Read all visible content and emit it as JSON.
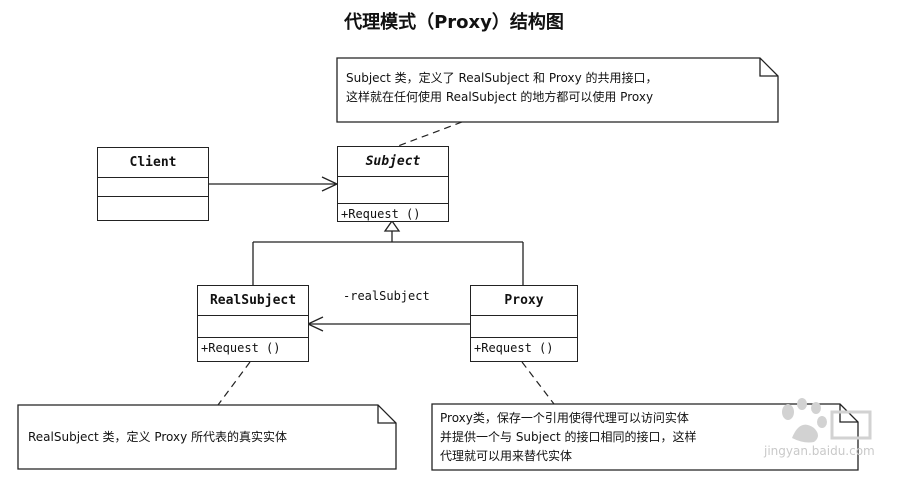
{
  "diagram": {
    "title": "代理模式（Proxy）结构图",
    "classes": {
      "client": {
        "name": "Client"
      },
      "subject": {
        "name": "Subject",
        "operation": "+Request ()"
      },
      "real_subject": {
        "name": "RealSubject",
        "operation": "+Request ()"
      },
      "proxy": {
        "name": "Proxy",
        "operation": "+Request ()"
      }
    },
    "association_label": "-realSubject",
    "notes": {
      "subject_note": {
        "line1": "Subject 类，定义了 RealSubject 和 Proxy 的共用接口，",
        "line2": "这样就在任何使用 RealSubject 的地方都可以使用 Proxy"
      },
      "real_subject_note": {
        "line1": "RealSubject 类，定义 Proxy 所代表的真实实体"
      },
      "proxy_note": {
        "line1": "Proxy类，保存一个引用使得代理可以访问实体",
        "line2": "并提供一个与 Subject 的接口相同的接口，这样",
        "line3": "代理就可以用来替代实体"
      }
    },
    "watermark": {
      "text": "jingyan.baidu.com"
    }
  }
}
